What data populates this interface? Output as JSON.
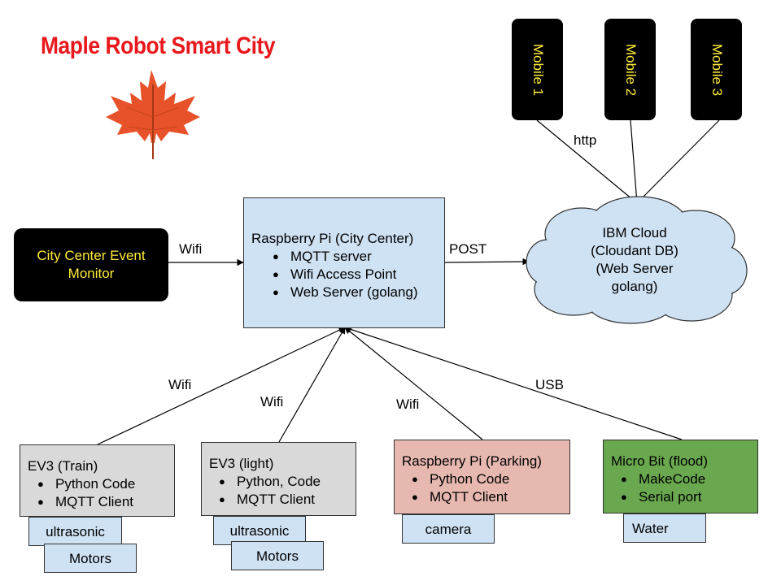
{
  "title": "Maple Robot Smart City",
  "colors": {
    "title": "#e8181c",
    "leaf": "#e8522a",
    "pi_center_fill": "#cfe2f3",
    "parking_fill": "#e6b8af",
    "microbit_fill": "#6aa84f",
    "ev3_fill": "#d9d9d9",
    "dark_box": "#000000",
    "dark_text": "#ffeb3b"
  },
  "icons": [
    "maple-leaf-icon",
    "cloud-shape"
  ],
  "mobiles": [
    "Mobile 1",
    "Mobile 2",
    "Mobile 3"
  ],
  "cloud": {
    "lines": [
      "IBM Cloud",
      "(Cloudant DB)",
      "(Web Server",
      "golang)"
    ]
  },
  "monitor": {
    "lines": [
      "City Center Event",
      "Monitor"
    ]
  },
  "city_center": {
    "title": "Raspberry Pi (City Center)",
    "items": [
      "MQTT server",
      "Wifi Access Point",
      "Web Server (golang)"
    ]
  },
  "edges": {
    "http": "http",
    "post": "POST",
    "monitor_wifi": "Wifi",
    "train_wifi": "Wifi",
    "light_wifi": "Wifi",
    "parking_wifi": "Wifi",
    "microbit_usb": "USB"
  },
  "ev3_train": {
    "title": "EV3 (Train)",
    "items": [
      "Python Code",
      "MQTT Client"
    ],
    "subs": [
      "ultrasonic",
      "Motors"
    ]
  },
  "ev3_light": {
    "title": "EV3 (light)",
    "items": [
      "Python, Code",
      "MQTT Client"
    ],
    "subs": [
      "ultrasonic",
      "Motors"
    ]
  },
  "parking": {
    "title": "Raspberry Pi (Parking)",
    "items": [
      "Python Code",
      "MQTT Client"
    ],
    "subs": [
      "camera"
    ]
  },
  "microbit": {
    "title": "Micro Bit (flood)",
    "items": [
      "MakeCode",
      "Serial port"
    ],
    "subs": [
      "Water"
    ]
  }
}
